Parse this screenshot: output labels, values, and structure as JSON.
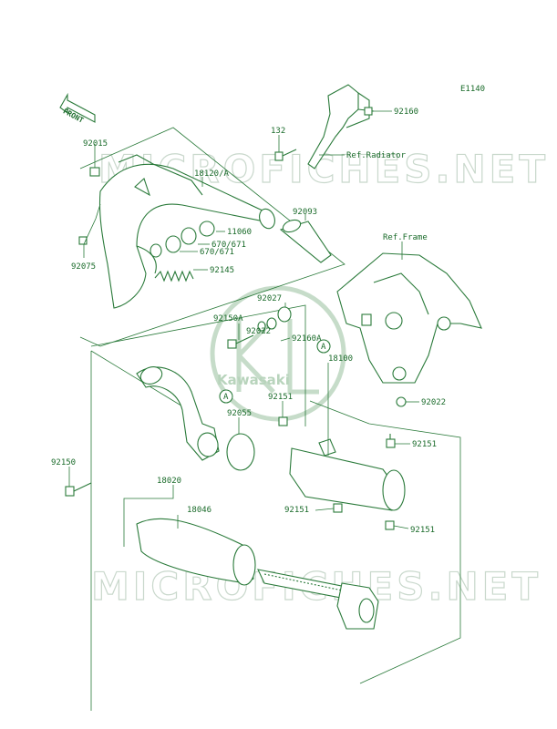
{
  "diagram_code": "E1140",
  "front_label": "FRONT",
  "watermark": {
    "top": "MICROFICHES.NET",
    "bottom": "MICROFICHES.NET",
    "logo": "Kawasaki"
  },
  "parts": {
    "p92015": "92015",
    "p92075": "92075",
    "p18120A": "18120/A",
    "p11060": "11060",
    "p670a": "670/671",
    "p670b": "670/671",
    "p92145": "92145",
    "p132": "132",
    "p92160": "92160",
    "p92093": "92093",
    "p92027": "92027",
    "p92150A": "92150A",
    "p92022a": "92022",
    "p92160A": "92160A",
    "p18100": "18100",
    "p92151a": "92151",
    "p92055": "92055",
    "p92022b": "92022",
    "p92150": "92150",
    "p18020": "18020",
    "p18046": "18046",
    "p92151b": "92151",
    "p92151c": "92151",
    "p92151d": "92151"
  },
  "refs": {
    "radiator": "Ref.Radiator",
    "frame": "Ref.Frame",
    "marker_a": "A"
  }
}
